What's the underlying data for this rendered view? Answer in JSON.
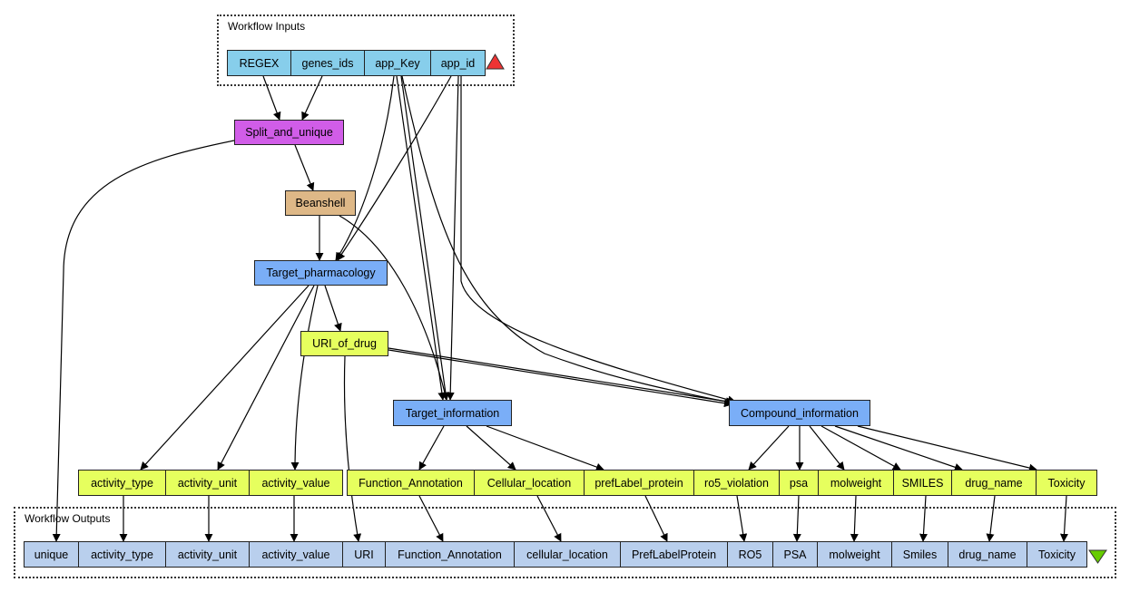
{
  "clusters": {
    "inputs_label": "Workflow Inputs",
    "outputs_label": "Workflow Outputs"
  },
  "inputs": [
    "REGEX",
    "genes_ids",
    "app_Key",
    "app_id"
  ],
  "processors": {
    "split": "Split_and_unique",
    "beanshell": "Beanshell",
    "target_pharmacology": "Target_pharmacology",
    "uri_of_drug": "URI_of_drug",
    "target_information": "Target_information",
    "compound_information": "Compound_information"
  },
  "ports": [
    "activity_type",
    "activity_unit",
    "activity_value",
    "Function_Annotation",
    "Cellular_location",
    "prefLabel_protein",
    "ro5_violation",
    "psa",
    "molweight",
    "SMILES",
    "drug_name",
    "Toxicity"
  ],
  "outputs": [
    "unique",
    "activity_type",
    "activity_unit",
    "activity_value",
    "URI",
    "Function_Annotation",
    "cellular_location",
    "PrefLabelProtein",
    "RO5",
    "PSA",
    "molweight",
    "Smiles",
    "drug_name",
    "Toxicity"
  ],
  "icons": {
    "inputs_marker": "red-up-triangle",
    "outputs_marker": "green-down-triangle"
  },
  "colors": {
    "input": "#87ceeb",
    "output": "#b9cfed",
    "service": "#7aaef7",
    "port": "#e6ff5e",
    "split": "#d15de8",
    "beanshell": "#deb887"
  }
}
